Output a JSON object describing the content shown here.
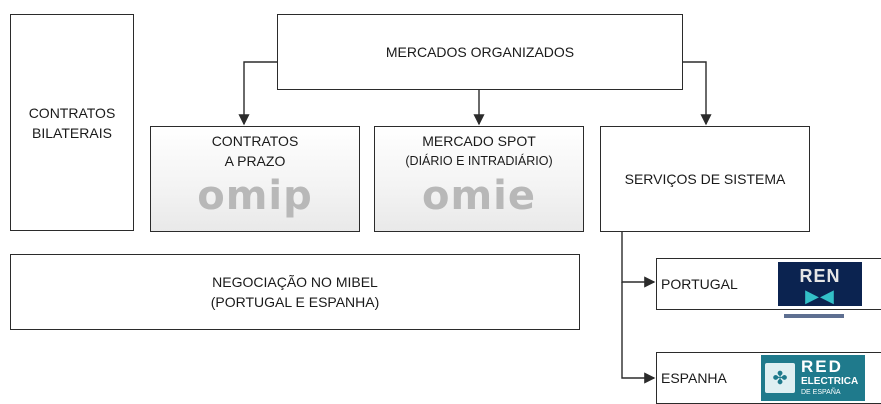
{
  "nodes": {
    "mercados_organizados": "MERCADOS ORGANIZADOS",
    "contratos_bilaterais": [
      "CONTRATOS",
      "BILATERAIS"
    ],
    "contratos_a_prazo": [
      "CONTRATOS",
      "A PRAZO"
    ],
    "omip_logo": "omip",
    "mercado_spot": [
      "MERCADO SPOT",
      "(DIÁRIO E  INTRADIÁRIO)"
    ],
    "omie_logo": "omie",
    "servicos_de_sistema": "SERVIÇOS DE SISTEMA",
    "negociacao_mibel": [
      "NEGOCIAÇÃO NO MIBEL",
      "(PORTUGAL E ESPANHA)"
    ],
    "portugal": "PORTUGAL",
    "ren_logo": "REN",
    "espanha": "ESPANHA",
    "ree_logo": [
      "RED",
      "ELECTRICA",
      "DE ESPAÑA"
    ]
  },
  "colors": {
    "border": "#2b2b2b",
    "ren_blue": "#0b2350",
    "ree_teal": "#1f7a8c"
  }
}
